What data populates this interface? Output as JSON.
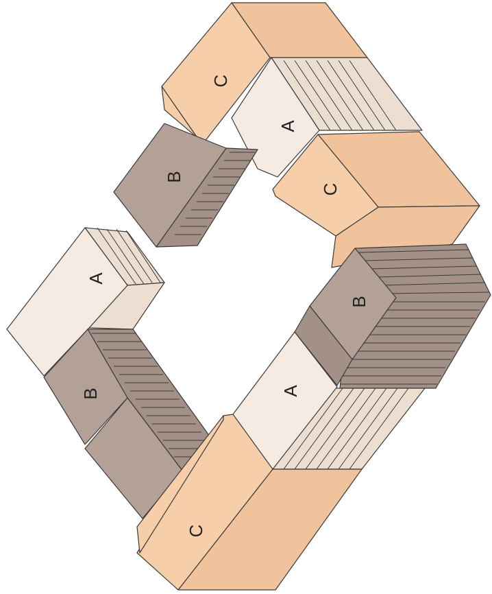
{
  "colors": {
    "a_top": "#f5ebe2",
    "a_side": "#ecdfd2",
    "b_top": "#b3a097",
    "b_side": "#a39087",
    "c_top": "#f6ceaa",
    "c_side": "#f1c39c",
    "edge": "#3a3a3a"
  },
  "blocks": [
    {
      "type": "C",
      "label": "C",
      "face_top": "c_top",
      "face_side": "c_side"
    },
    {
      "type": "A",
      "label": "A",
      "face_top": "a_top",
      "face_side": "a_side"
    },
    {
      "type": "C",
      "label": "C",
      "face_top": "c_top",
      "face_side": "c_side"
    },
    {
      "type": "B",
      "label": "B",
      "face_top": "b_top",
      "face_side": "b_side"
    },
    {
      "type": "A",
      "label": "A",
      "face_top": "a_top",
      "face_side": "a_side"
    },
    {
      "type": "B",
      "label": "B",
      "face_top": "b_top",
      "face_side": "b_side"
    },
    {
      "type": "A",
      "label": "A",
      "face_top": "a_top",
      "face_side": "a_side"
    },
    {
      "type": "B",
      "label": "B",
      "face_top": "b_top",
      "face_side": "b_side"
    },
    {
      "type": "C",
      "label": "C",
      "face_top": "c_top",
      "face_side": "c_side"
    }
  ]
}
